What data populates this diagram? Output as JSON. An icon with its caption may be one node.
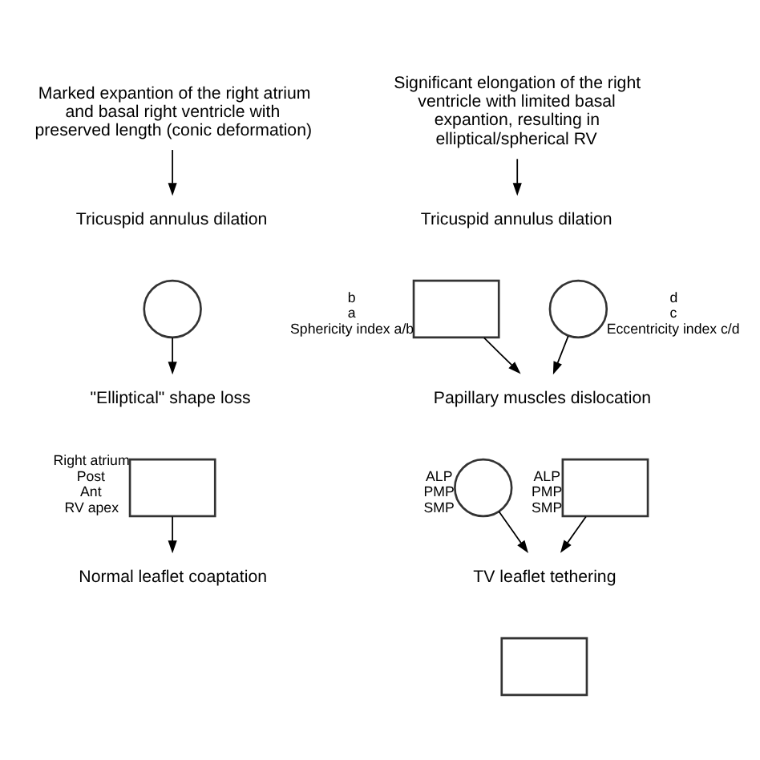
{
  "diagram": {
    "nodes": [
      {
        "text": [
          "Marked expantion of the right atrium and basal right ventricle with preserved length (conic deformation)"
        ]
      },
      {
        "text": [
          "Tricuspid annulus dilation"
        ]
      },
      {
        "text": [],
        "shape": "circle"
      },
      {
        "text": [
          "\"Elliptical\" shape loss"
        ]
      },
      {
        "text": [],
        "shape": "box",
        "beside": [
          "Right atrium",
          "Post",
          "Ant",
          "RV apex"
        ]
      },
      {
        "text": [
          "Normal leaflet coaptation"
        ]
      },
      {
        "text": [
          "Significant elongation of the right ventricle with limited basal expantion, resulting in elliptical/spherical RV"
        ]
      },
      {
        "text": [
          "Tricuspid annulus dilation"
        ]
      },
      {
        "text": [],
        "shape": "box",
        "beside": [
          "b",
          "a",
          "Sphericity index a/b"
        ]
      },
      {
        "text": [],
        "shape": "circle",
        "beside": [
          "d",
          "c",
          "Eccentricity index c/d"
        ]
      },
      {
        "text": [
          "Papillary muscles dislocation"
        ]
      },
      {
        "text": [],
        "shape": "circle",
        "beside": [
          "ALP",
          "PMP",
          "SMP"
        ]
      },
      {
        "text": [],
        "shape": "box",
        "beside": [
          "ALP",
          "PMP",
          "SMP"
        ]
      },
      {
        "text": [
          "TV leaflet tethering"
        ]
      },
      {
        "text": [],
        "shape": "box"
      }
    ],
    "edges": [
      {
        "from": 0,
        "to": 1,
        "arrow": "to"
      },
      {
        "from": 2,
        "to": 3,
        "arrow": "to"
      },
      {
        "from": 4,
        "to": 5,
        "arrow": "to"
      },
      {
        "from": 6,
        "to": 7,
        "arrow": "to"
      },
      {
        "from": 8,
        "to": 10,
        "arrow": "to"
      },
      {
        "from": 9,
        "to": 10,
        "arrow": "to"
      },
      {
        "from": 11,
        "to": 13,
        "arrow": "to"
      },
      {
        "from": 12,
        "to": 13,
        "arrow": "to"
      }
    ]
  }
}
